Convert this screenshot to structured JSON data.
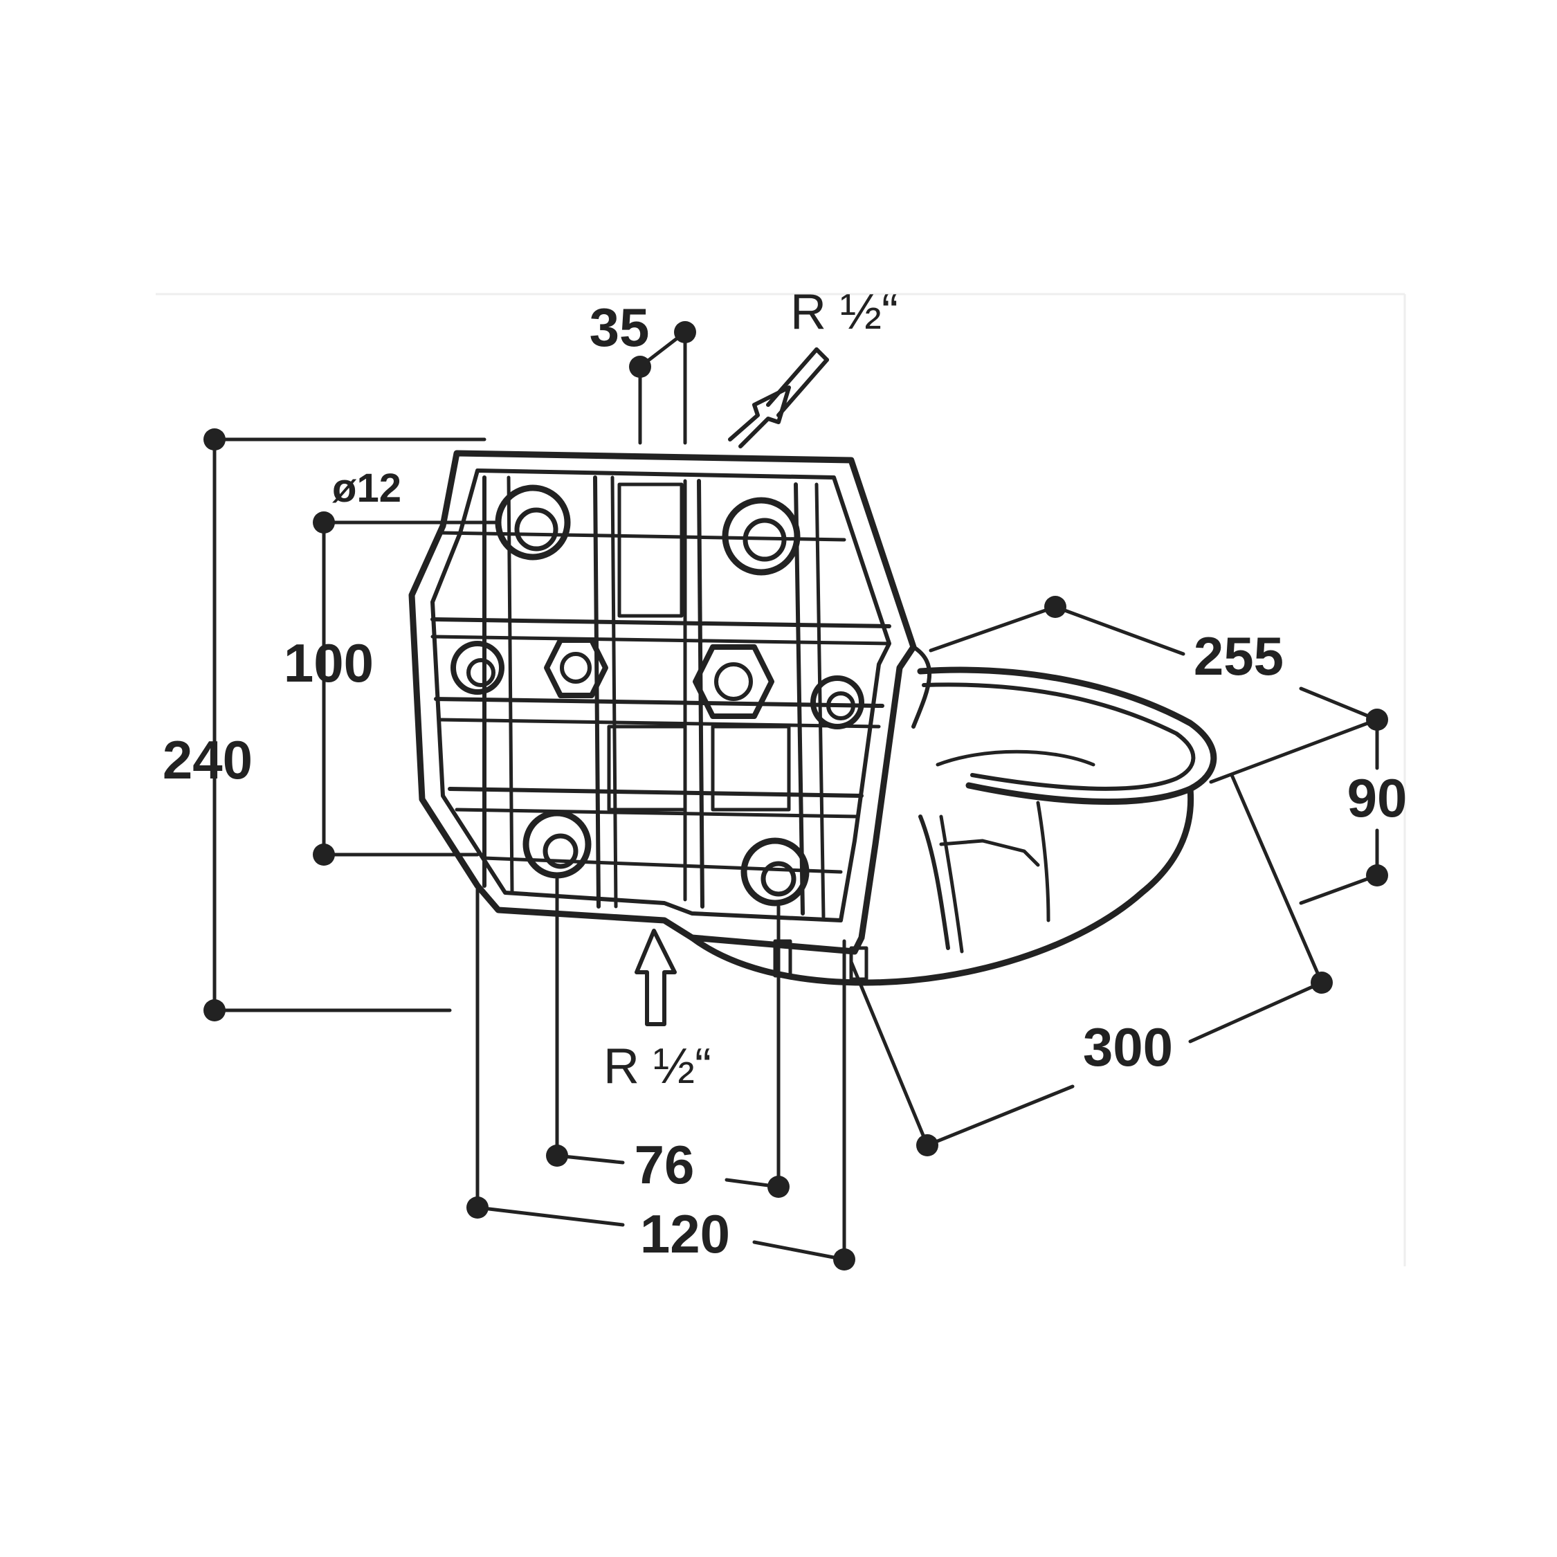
{
  "diagram": {
    "product": "drinking-bowl with wall-mount back plate",
    "colors": {
      "ink": "#222222",
      "background": "#ffffff"
    },
    "dimensions": {
      "height_total": "240",
      "hole_spacing_vertical": "100",
      "hole_diameter": "ø12",
      "inlet_offset_top": "35",
      "bowl_width": "255",
      "bowl_height": "90",
      "bowl_depth": "300",
      "bottom_hole_spacing": "76",
      "plate_width": "120"
    },
    "connections": {
      "inlet_top": "R ½“",
      "inlet_bottom": "R ½“"
    }
  }
}
